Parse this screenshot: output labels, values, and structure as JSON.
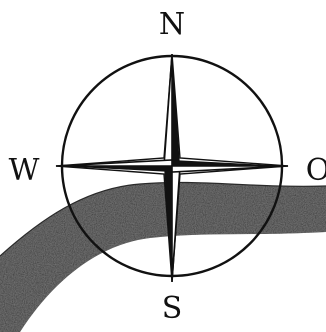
{
  "compass": {
    "north_label": "N",
    "south_label": "S",
    "west_label": "W",
    "east_label": "O"
  },
  "colors": {
    "ink": "#111111",
    "river": "#4a4a4a",
    "background": "#ffffff"
  }
}
